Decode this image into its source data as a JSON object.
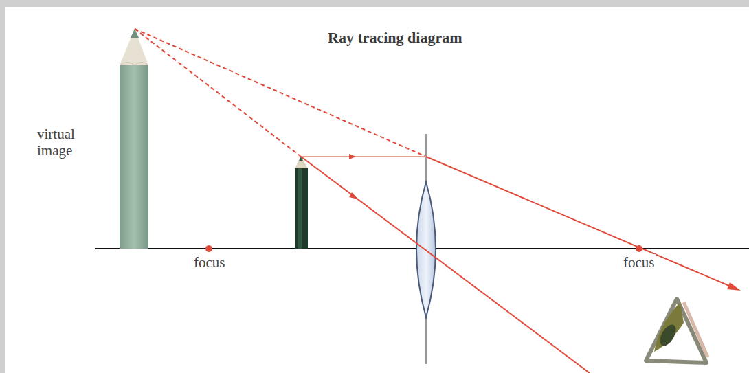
{
  "diagram": {
    "title": "Ray tracing diagram",
    "labels": [
      "virtual image",
      "focus",
      "focus"
    ]
  }
}
